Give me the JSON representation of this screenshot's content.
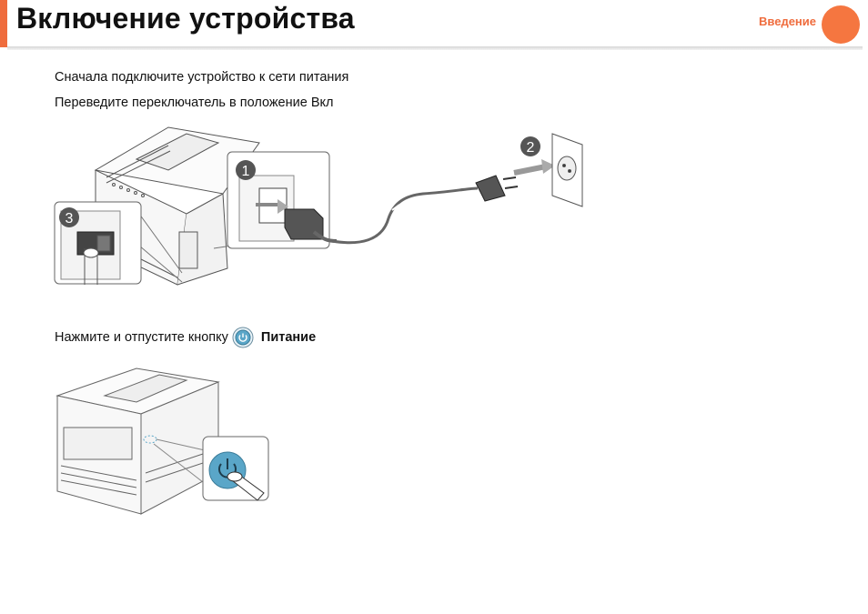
{
  "header": {
    "title": "Включение устройства",
    "section_link": "Введение"
  },
  "steps": {
    "connect_power": "Сначала подключите устройство к сети питания",
    "switch_on": "Переведите переключатель в положение Вкл",
    "press_prefix": "Нажмите и отпустите кнопку",
    "press_button_name": "Питание"
  },
  "illustration": {
    "callout_1": "1",
    "callout_2": "2",
    "callout_3": "3"
  },
  "colors": {
    "accent": "#ef6c3d",
    "power_button": "#5aa6c8"
  }
}
